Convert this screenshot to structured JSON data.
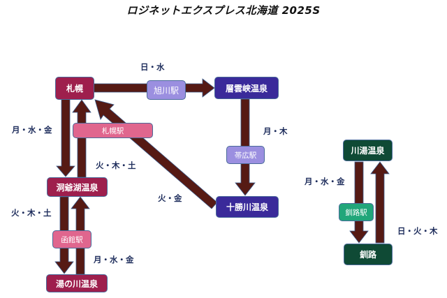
{
  "title": "ロジネットエクスプレス北海道 2025S",
  "colors": {
    "arrow": "#561A14",
    "crimson_node": "#9E1F4D",
    "pink_station": "#E0668E",
    "indigo_node": "#3A2A9A",
    "lavender_station": "#9B8FE0",
    "dark_green_node": "#0F4A35",
    "teal_station": "#21A67A",
    "day_label": "#1E2D5C"
  },
  "nodes": {
    "sapporo": "札幌",
    "asahikawa_station": "旭川駅",
    "sounkyo_onsen": "層雲峡温泉",
    "obihiro_station": "帯広駅",
    "tokachigawa_onsen": "十勝川温泉",
    "sapporo_station": "札幌駅",
    "toyako_onsen": "洞爺湖温泉",
    "hakodate_station": "函館駅",
    "yunokawa_onsen": "湯の川温泉",
    "kawayu_onsen": "川湯温泉",
    "kushiro_station": "釧路駅",
    "kushiro": "釧路"
  },
  "routes": [
    {
      "from": "札幌",
      "via": "旭川駅",
      "to": "層雲峡温泉",
      "days": "日・水"
    },
    {
      "from": "層雲峡温泉",
      "via": "帯広駅",
      "to": "十勝川温泉",
      "days": "月・木"
    },
    {
      "from": "十勝川温泉",
      "to": "札幌",
      "days": "火・金"
    },
    {
      "from": "札幌",
      "to": "洞爺湖温泉",
      "days": "月・水・金"
    },
    {
      "from": "洞爺湖温泉",
      "via": "札幌駅",
      "to": "札幌",
      "days": "火・木・土"
    },
    {
      "from": "洞爺湖温泉",
      "via": "函館駅",
      "to": "湯の川温泉",
      "days": "火・木・土"
    },
    {
      "from": "湯の川温泉",
      "to": "洞爺湖温泉",
      "days": "月・水・金"
    },
    {
      "from": "川湯温泉",
      "via": "釧路駅",
      "to": "釧路",
      "days": "月・水・金"
    },
    {
      "from": "釧路",
      "to": "川湯温泉",
      "days": "日・火・木"
    }
  ],
  "day_labels": {
    "sapporo_sounkyo": "日・水",
    "sounkyo_tokachi": "月・木",
    "tokachi_sapporo": "火・金",
    "sapporo_toya": "月・水・金",
    "toya_sapporo": "火・木・土",
    "toya_yunokawa": "火・木・土",
    "yunokawa_toya": "月・水・金",
    "kawayu_kushiro": "月・水・金",
    "kushiro_kawayu": "日・火・木"
  }
}
